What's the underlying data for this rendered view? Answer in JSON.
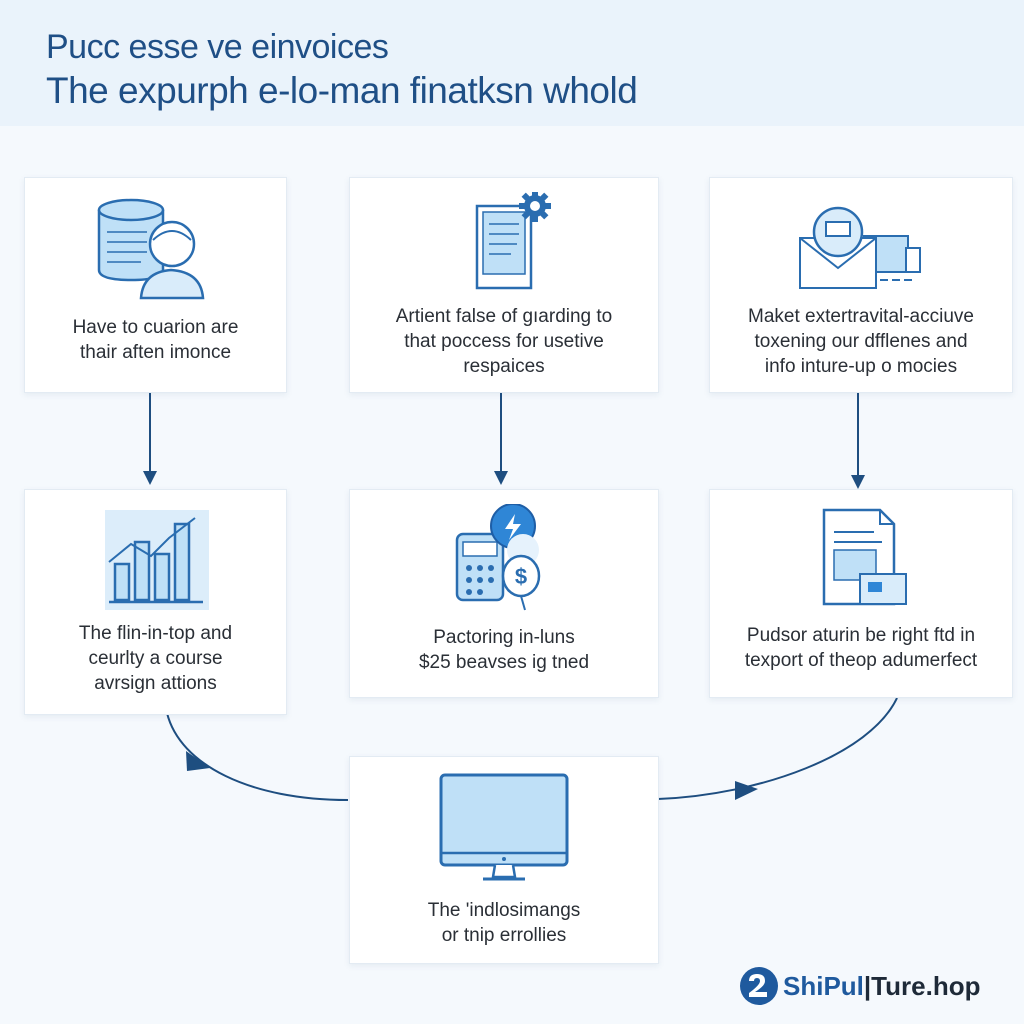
{
  "header": {
    "title_line1": "Pucc esse ve einvoices",
    "title_line2": "The expurph e-lo-man finatksn whold"
  },
  "cards": [
    {
      "icon": "database-user-icon",
      "text": [
        "Have to cuarion are",
        "thair aften imonce"
      ]
    },
    {
      "icon": "document-gear-icon",
      "text": [
        "Artient false of gıarding to",
        "that poccess for usetive",
        "respaices"
      ]
    },
    {
      "icon": "mail-device-icon",
      "text": [
        "Maket extertravital-acciuve",
        "toxening our dfflenes and",
        "info inture-up o mocies"
      ]
    },
    {
      "icon": "bar-chart-icon",
      "text": [
        "The flin-in-top and",
        "ceurlty a course",
        "avrsign attions"
      ]
    },
    {
      "icon": "payment-terminal-icon",
      "text": [
        "Pactoring in-luns",
        "$25 beavses ig tned"
      ]
    },
    {
      "icon": "invoice-document-icon",
      "text": [
        "Pudsor aturin be right ftd in",
        "texport of theop adumerfect"
      ]
    },
    {
      "icon": "monitor-icon",
      "text": [
        "The 'indlosimangs",
        "or tnip errollies"
      ]
    }
  ],
  "logo": {
    "name_accent": "ShiPul",
    "name_rest": "|Ture.hop"
  },
  "colors": {
    "accent": "#1f4f86",
    "arrow": "#1e4e80",
    "icon_fill": "#bfe0f7",
    "icon_stroke": "#2a6db0"
  }
}
